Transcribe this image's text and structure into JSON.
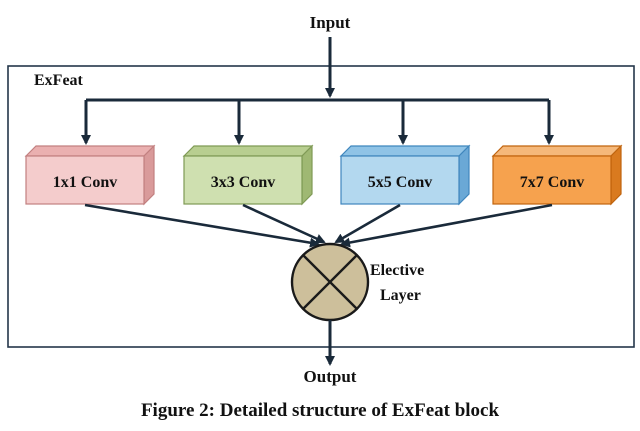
{
  "diagram": {
    "input_label": "Input",
    "output_label": "Output",
    "block_label": "ExFeat",
    "elective_label_line1": "Elective",
    "elective_label_line2": "Layer",
    "convs": [
      {
        "label": "1x1 Conv",
        "front": "#f4cccc",
        "top": "#eab0b0",
        "side": "#d99a9a",
        "stroke": "#c28080"
      },
      {
        "label": "3x3 Conv",
        "front": "#cfe0b0",
        "top": "#b8ce90",
        "side": "#9fb873",
        "stroke": "#7f9a55"
      },
      {
        "label": "5x5 Conv",
        "front": "#b3d8ef",
        "top": "#8fc3e6",
        "side": "#6aa8d6",
        "stroke": "#3f86bd"
      },
      {
        "label": "7x7 Conv",
        "front": "#f6a24e",
        "top": "#f5b87a",
        "side": "#d97a1f",
        "stroke": "#c0640e"
      }
    ],
    "colors": {
      "line": "#1a2a3a",
      "border": "#24364a",
      "circle_fill": "#cdbf9b",
      "circle_stroke": "#1a1a1a"
    }
  },
  "caption": "Figure 2: Detailed structure of ExFeat block"
}
